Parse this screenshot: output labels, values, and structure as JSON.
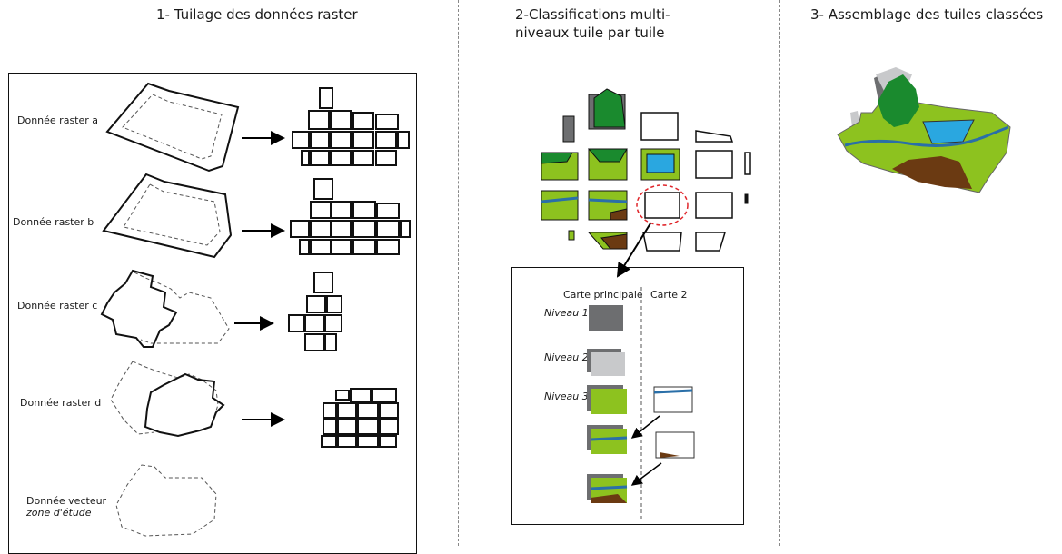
{
  "titles": {
    "step1": "1- Tuilage des données raster",
    "step2_line1": "2-Classifications multi-",
    "step2_line2": "niveaux tuile par tuile",
    "step3": "3- Assemblage des tuiles classées"
  },
  "left_panel": {
    "raster_a": "Donnée raster a",
    "raster_b": "Donnée raster b",
    "raster_c": "Donnée raster c",
    "raster_d": "Donnée raster d",
    "vecteur_line1": "Donnée vecteur",
    "vecteur_line2": "zone d'étude"
  },
  "detail_panel": {
    "col_main": "Carte principale",
    "col_2": "Carte 2",
    "niveau1": "Niveau 1",
    "niveau2": "Niveau 2",
    "niveau3": "Niveau 3"
  },
  "colors": {
    "green_light": "#8dc21f",
    "green_dark": "#1a8a2e",
    "water": "#2aa7e0",
    "river": "#2a6fa8",
    "brown": "#6b3a12",
    "gray_dark": "#6d6e70",
    "gray_light": "#c8c9cb",
    "red_dashed": "#e0262b"
  }
}
